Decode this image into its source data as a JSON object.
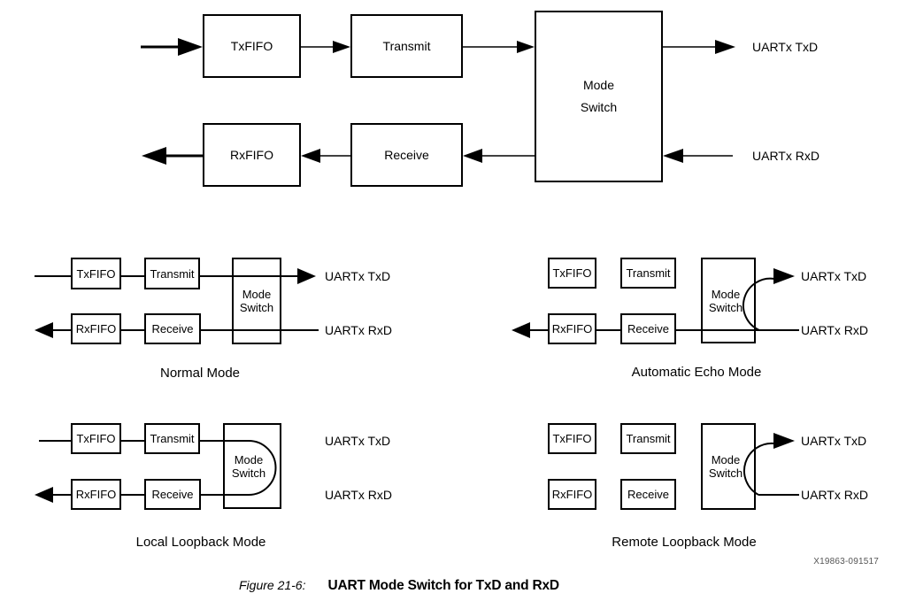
{
  "page": {
    "background": "#ffffff",
    "line_color": "#000000"
  },
  "main_diagram": {
    "blocks": {
      "txfifo": "TxFIFO",
      "transmit": "Transmit",
      "rxfifo": "RxFIFO",
      "receive": "Receive",
      "mode_switch_line1": "Mode",
      "mode_switch_line2": "Switch"
    },
    "ports": {
      "txd": "UARTx TxD",
      "rxd": "UARTx RxD"
    }
  },
  "modes": {
    "normal": {
      "title": "Normal Mode",
      "blocks": {
        "txfifo": "TxFIFO",
        "transmit": "Transmit",
        "rxfifo": "RxFIFO",
        "receive": "Receive",
        "mode_switch_line1": "Mode",
        "mode_switch_line2": "Switch"
      },
      "ports": {
        "txd": "UARTx TxD",
        "rxd": "UARTx RxD"
      }
    },
    "echo": {
      "title": "Automatic Echo Mode",
      "blocks": {
        "txfifo": "TxFIFO",
        "transmit": "Transmit",
        "rxfifo": "RxFIFO",
        "receive": "Receive",
        "mode_switch_line1": "Mode",
        "mode_switch_line2": "Switch"
      },
      "ports": {
        "txd": "UARTx TxD",
        "rxd": "UARTx RxD"
      }
    },
    "local": {
      "title": "Local Loopback Mode",
      "blocks": {
        "txfifo": "TxFIFO",
        "transmit": "Transmit",
        "rxfifo": "RxFIFO",
        "receive": "Receive",
        "mode_switch_line1": "Mode",
        "mode_switch_line2": "Switch"
      },
      "ports": {
        "txd": "UARTx TxD",
        "rxd": "UARTx RxD"
      }
    },
    "remote": {
      "title": "Remote Loopback Mode",
      "blocks": {
        "txfifo": "TxFIFO",
        "transmit": "Transmit",
        "rxfifo": "RxFIFO",
        "receive": "Receive",
        "mode_switch_line1": "Mode",
        "mode_switch_line2": "Switch"
      },
      "ports": {
        "txd": "UARTx TxD",
        "rxd": "UARTx RxD"
      }
    }
  },
  "footer": {
    "doc_ref": "X19863-091517",
    "caption_label": "Figure 21-6:",
    "caption_title": "UART Mode Switch for TxD and RxD"
  }
}
